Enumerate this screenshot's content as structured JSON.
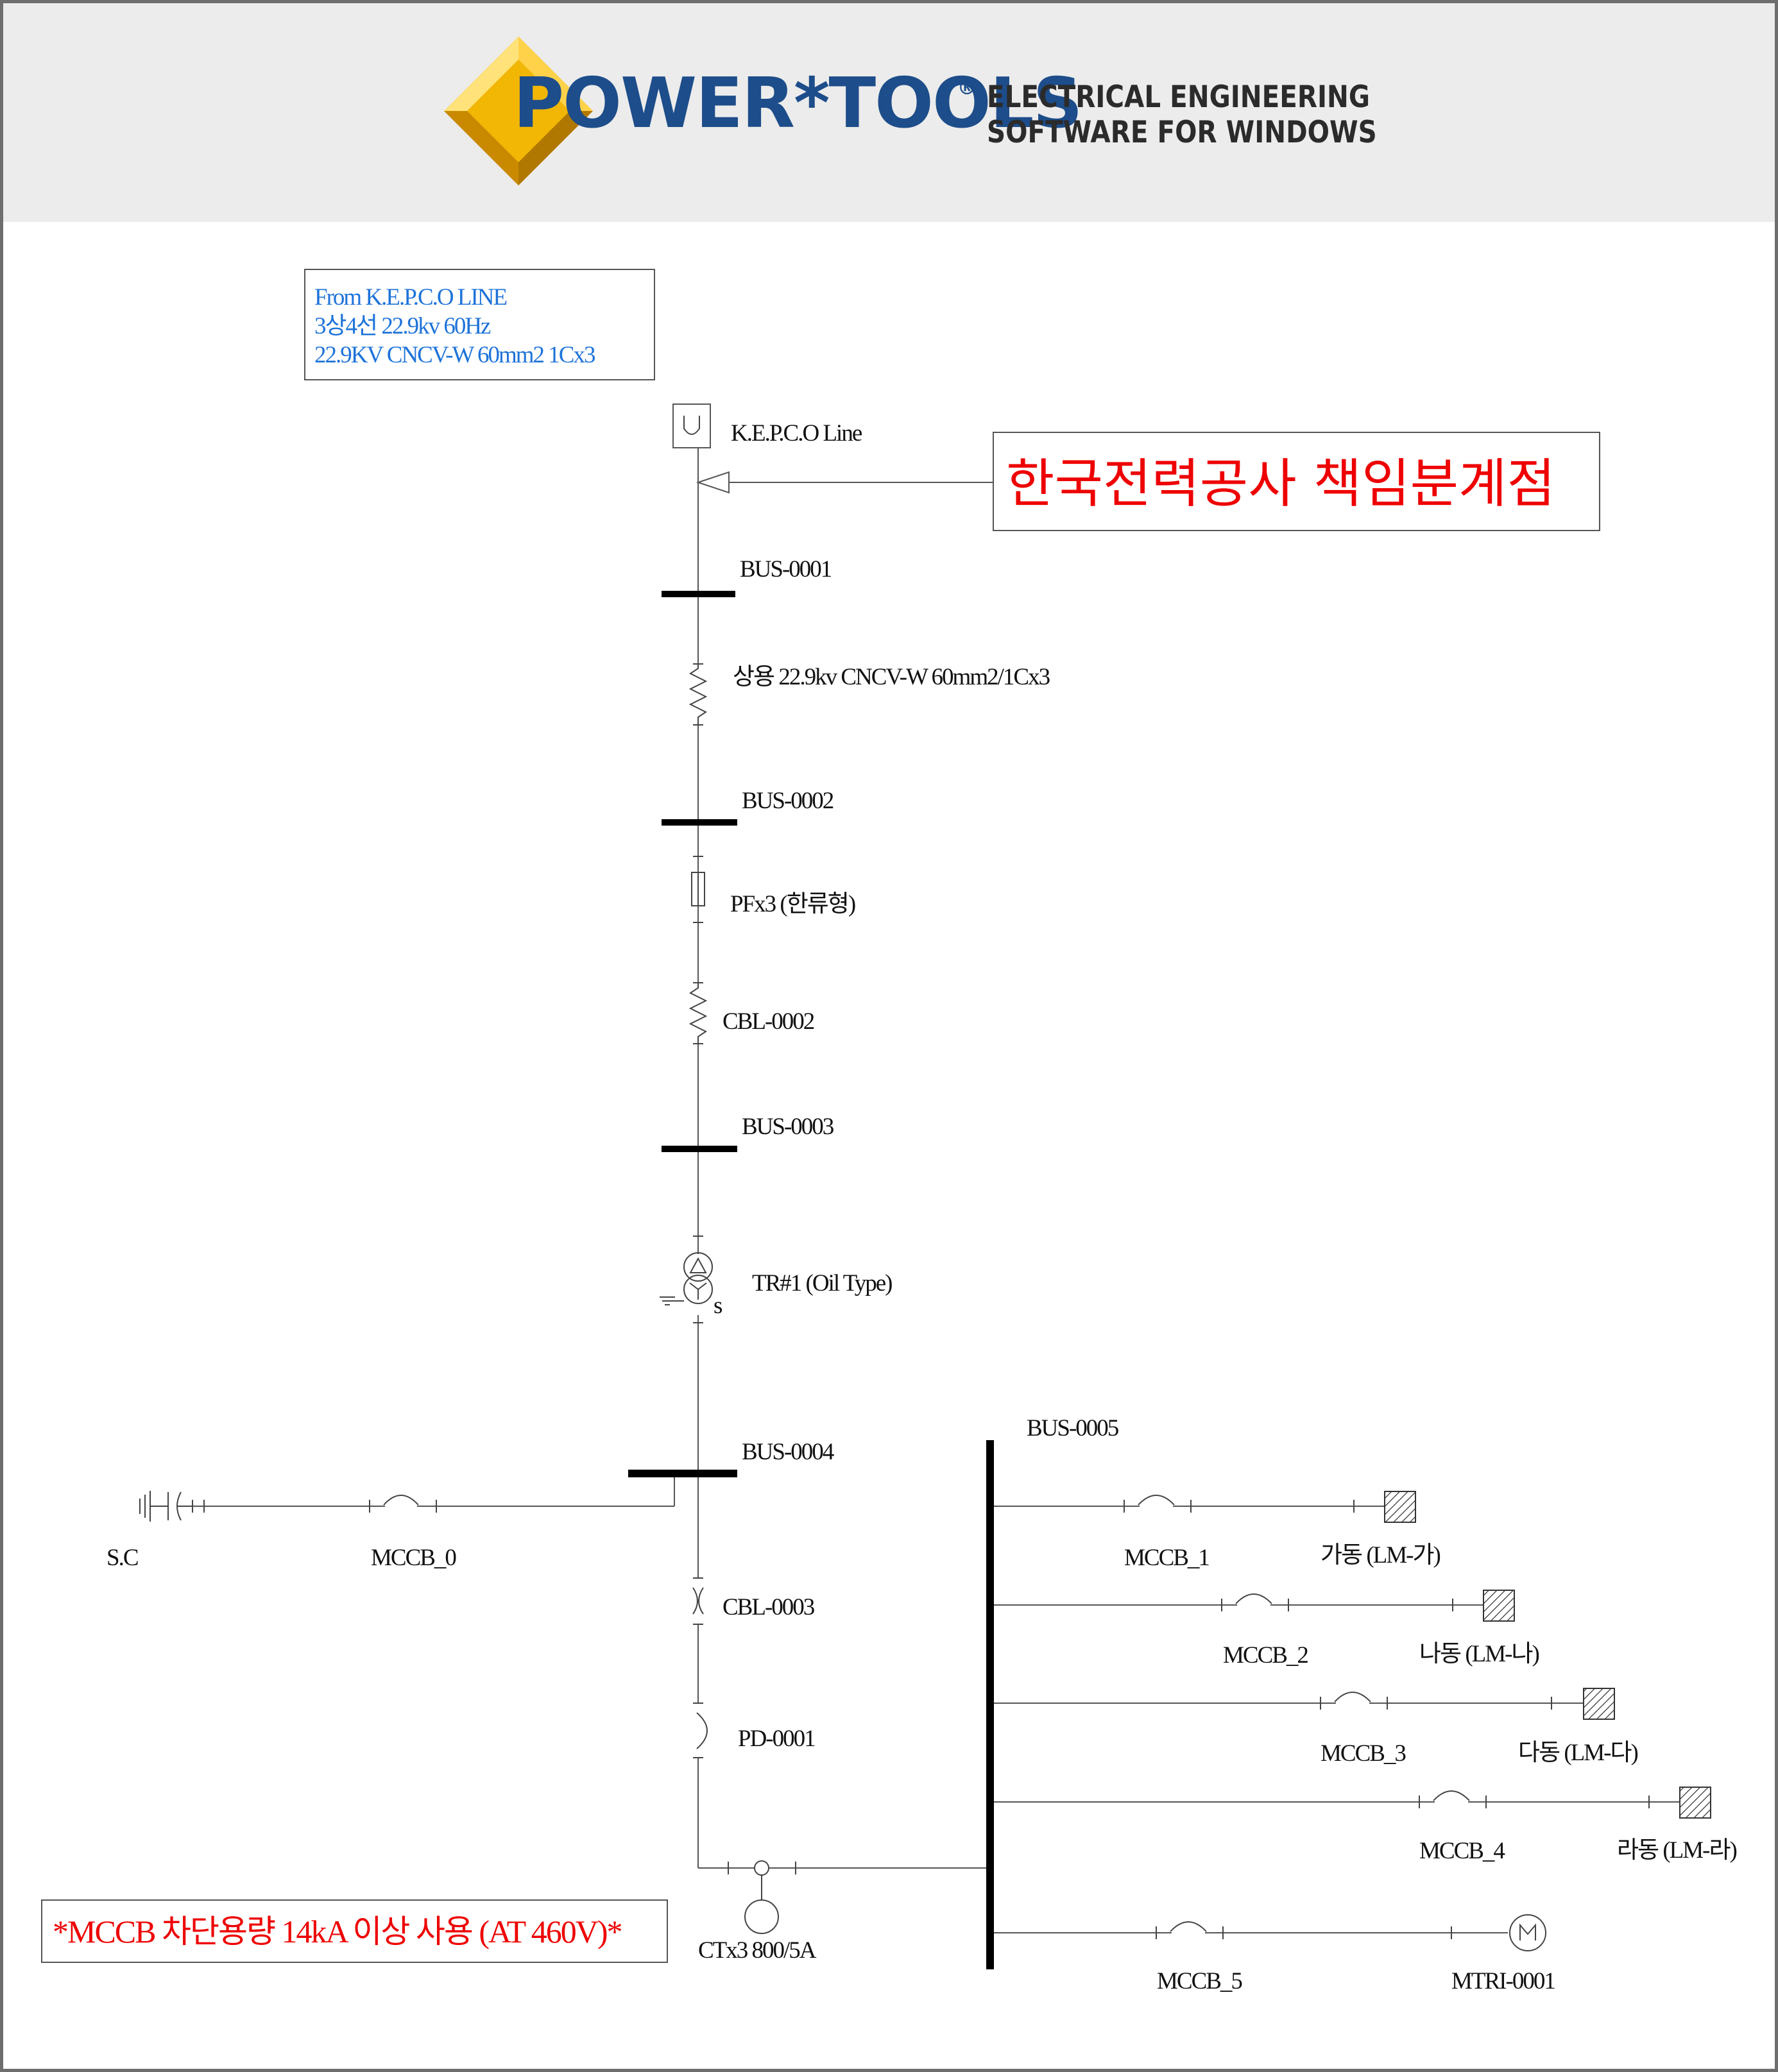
{
  "header": {
    "brand": "POWER*TOOLS",
    "registered": "®",
    "tagline_line1": "ELECTRICAL ENGINEERING",
    "tagline_line2": "SOFTWARE FOR WINDOWS",
    "colors": {
      "brand_blue": "#1d4d8a",
      "diamond_gold": "#f2b705",
      "header_bg": "#ececec"
    }
  },
  "source_note": {
    "line1": "From K.E.P.C.O LINE",
    "line2": "3상4선 22.9kv 60Hz",
    "line3": "22.9KV CNCV-W 60mm2 1Cx3"
  },
  "utility": {
    "label": "K.E.P.C.O Line",
    "icon": "utility-source-icon"
  },
  "boundary_note": "한국전력공사 책임분계점",
  "buses": {
    "bus1": "BUS-0001",
    "bus2": "BUS-0002",
    "bus3": "BUS-0003",
    "bus4": "BUS-0004",
    "bus5": "BUS-0005"
  },
  "main_feeder": {
    "cable_hv": "상용 22.9kv CNCV-W 60mm2/1Cx3",
    "fuse": "PFx3 (한류형)",
    "cable_2": "CBL-0002",
    "transformer": "TR#1 (Oil Type)",
    "transformer_tag": "s",
    "cable_3": "CBL-0003",
    "protective_device": "PD-0001",
    "ct": "CTx3 800/5A"
  },
  "capacitor_branch": {
    "capacitor": "S.C",
    "breaker": "MCCB_0"
  },
  "branches": [
    {
      "breaker": "MCCB_1",
      "load": "가동 (LM-가)",
      "load_type": "lumped-load"
    },
    {
      "breaker": "MCCB_2",
      "load": "나동 (LM-나)",
      "load_type": "lumped-load"
    },
    {
      "breaker": "MCCB_3",
      "load": "다동 (LM-다)",
      "load_type": "lumped-load"
    },
    {
      "breaker": "MCCB_4",
      "load": "라동 (LM-라)",
      "load_type": "lumped-load"
    },
    {
      "breaker": "MCCB_5",
      "load": "MTRI-0001",
      "load_type": "motor"
    }
  ],
  "warning_note": "*MCCB 차단용량 14kA 이상 사용 (AT 460V)*"
}
